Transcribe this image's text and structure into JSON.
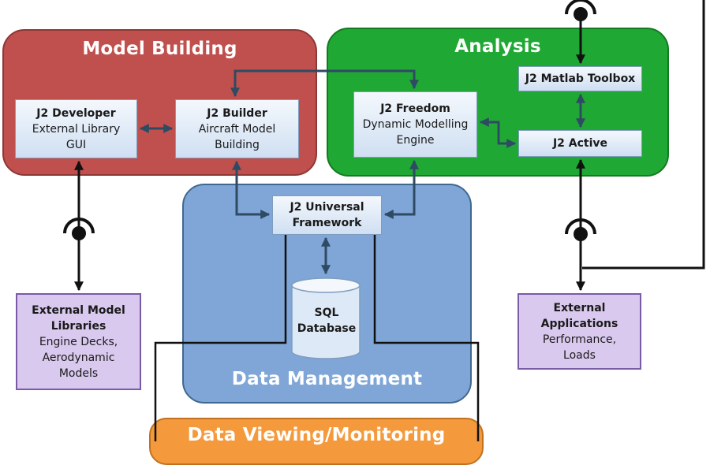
{
  "regions": {
    "model_building": "Model Building",
    "analysis": "Analysis",
    "data_management": "Data Management",
    "data_viewing": "Data Viewing/Monitoring"
  },
  "boxes": {
    "developer": {
      "title": "J2 Developer",
      "lines": [
        "External Library",
        "GUI"
      ]
    },
    "builder": {
      "title": "J2 Builder",
      "lines": [
        "Aircraft Model",
        "Building"
      ]
    },
    "freedom": {
      "title": "J2 Freedom",
      "lines": [
        "Dynamic Modelling",
        "Engine"
      ]
    },
    "matlab": {
      "title": "J2 Matlab Toolbox"
    },
    "active": {
      "title": "J2 Active"
    },
    "framework": {
      "title": "J2 Universal Framework"
    },
    "ext_models": {
      "title": "External Model Libraries",
      "lines": [
        "Engine Decks,",
        "Aerodynamic",
        "Models"
      ]
    },
    "ext_apps": {
      "title": "External Applications",
      "lines": [
        "Performance,",
        "Loads"
      ]
    }
  },
  "database": {
    "label": "SQL Database"
  },
  "colors": {
    "model_building": "#c0504d",
    "analysis": "#20a834",
    "data_management": "#7fa6d6",
    "data_viewing": "#f59a3c",
    "external": "#d9c9ee",
    "arrow": "#2f4a63"
  }
}
